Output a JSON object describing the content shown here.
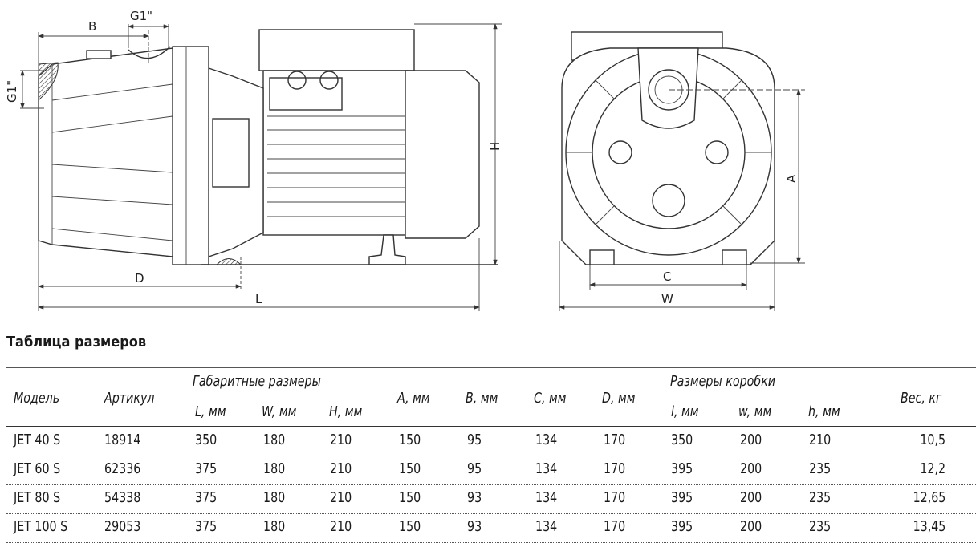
{
  "drawing": {
    "labels": {
      "B": "B",
      "G1_top": "G1\"",
      "G1_side": "G1\"",
      "H": "H",
      "D": "D",
      "L": "L",
      "A": "A",
      "C": "C",
      "W": "W"
    }
  },
  "table": {
    "title": "Таблица размеров",
    "headers": {
      "model": "Модель",
      "article": "Артикул",
      "overall_group": "Габаритные размеры",
      "L": "L, мм",
      "W": "W, мм",
      "H": "H, мм",
      "A": "A, мм",
      "B": "B, мм",
      "C": "C, мм",
      "D": "D, мм",
      "box_group": "Размеры коробки",
      "l": "l, мм",
      "w": "w, мм",
      "h": "h, мм",
      "weight": "Вес, кг"
    },
    "rows": [
      [
        "JET 40 S",
        "18914",
        "350",
        "180",
        "210",
        "150",
        "95",
        "134",
        "170",
        "350",
        "200",
        "210",
        "10,5"
      ],
      [
        "JET 60 S",
        "62336",
        "375",
        "180",
        "210",
        "150",
        "95",
        "134",
        "170",
        "395",
        "200",
        "235",
        "12,2"
      ],
      [
        "JET 80 S",
        "54338",
        "375",
        "180",
        "210",
        "150",
        "93",
        "134",
        "170",
        "395",
        "200",
        "235",
        "12,65"
      ],
      [
        "JET 100 S",
        "29053",
        "375",
        "180",
        "210",
        "150",
        "93",
        "134",
        "170",
        "395",
        "200",
        "235",
        "13,45"
      ]
    ]
  }
}
